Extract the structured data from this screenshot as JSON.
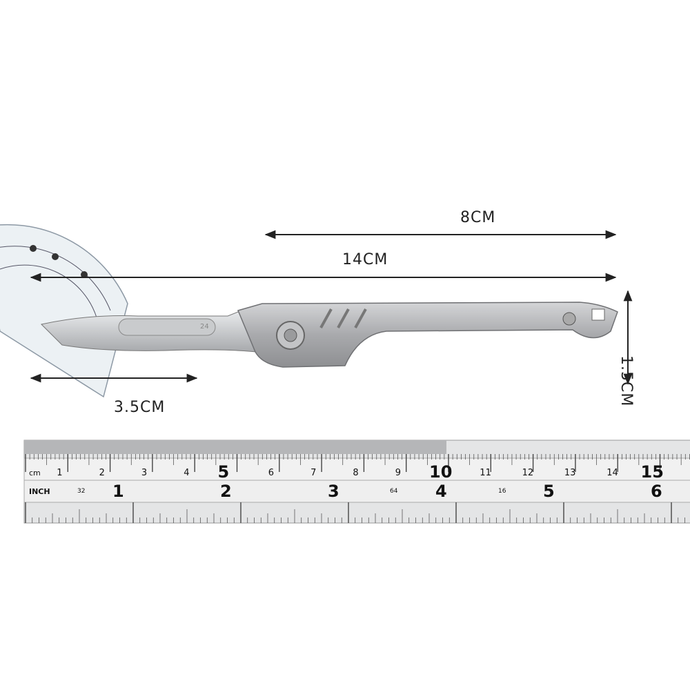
{
  "dimensions": {
    "blade_length": "8CM",
    "total_length": "14CM",
    "handle_height": "1.5CM",
    "blade_tip": "3.5CM"
  },
  "blade_marking": "24",
  "ruler": {
    "cm_unit": "cm",
    "cm_labels": [
      "1",
      "2",
      "3",
      "4",
      "5",
      "6",
      "7",
      "8",
      "9",
      "10",
      "11",
      "12",
      "13",
      "14",
      "15"
    ],
    "inch_unit": "INCH",
    "inch_labels": [
      "1",
      "2",
      "3",
      "4",
      "5",
      "6"
    ],
    "inch_small_labels": [
      "32",
      "64",
      "16"
    ]
  },
  "colors": {
    "arrow": "#222222",
    "metal": "#b8b9bb",
    "ruler": "#e6e6e6"
  }
}
